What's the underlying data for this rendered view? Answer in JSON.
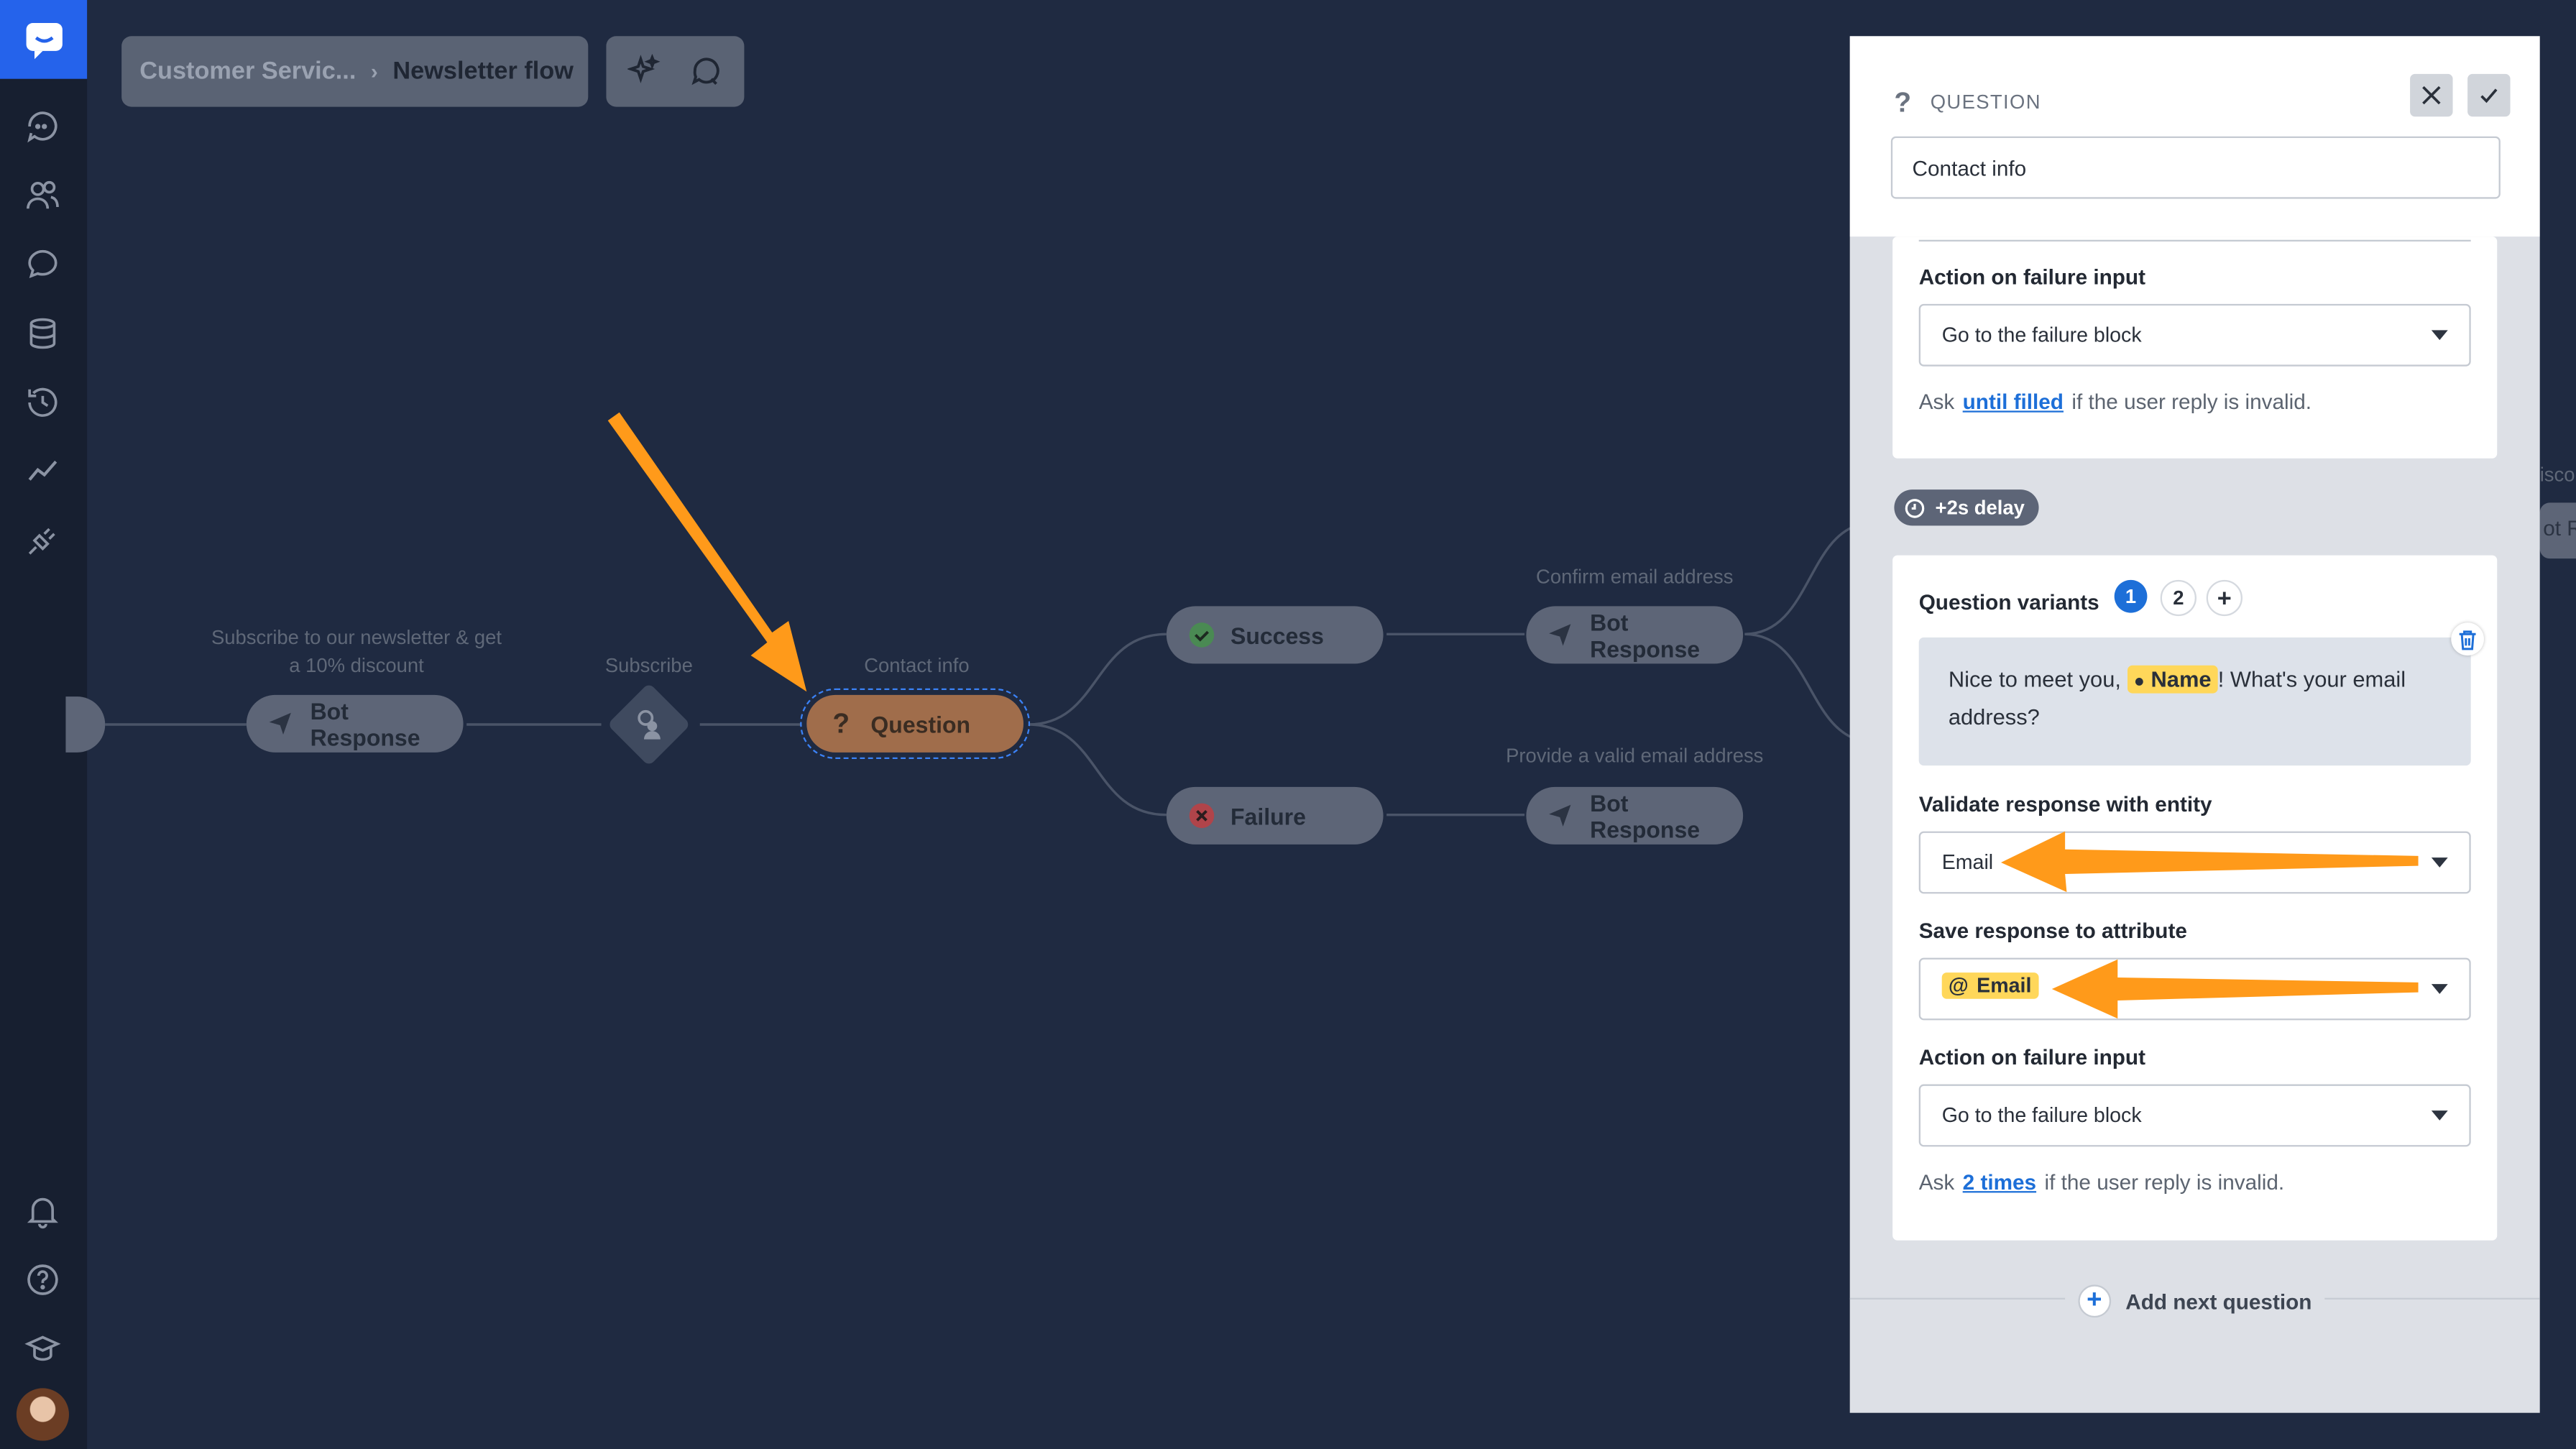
{
  "breadcrumb": {
    "parent": "Customer Servic...",
    "current": "Newsletter flow"
  },
  "toolbar": {
    "sparkle_icon": "sparkle-icon",
    "chat_icon": "chat-preview-icon"
  },
  "sidebar": {
    "icons": [
      "chats-icon",
      "customers-icon",
      "bot-icon",
      "archives-icon",
      "history-icon",
      "reports-icon",
      "integrations-icon",
      "notifications-icon",
      "help-icon",
      "academy-icon"
    ]
  },
  "flow": {
    "start_label": "Subscribe to our newsletter & get a 10% discount",
    "bot_response_1": "Bot Response",
    "subscribe_label": "Subscribe",
    "question_caption": "Contact info",
    "question_label": "Question",
    "success_label": "Success",
    "failure_label": "Failure",
    "confirm_caption": "Confirm email address",
    "bot_response_confirm": "Bot Response",
    "invalid_caption": "Provide a valid email address",
    "bot_response_invalid": "Bot Response",
    "offscreen_caption": "iscou",
    "offscreen_node": "ot R"
  },
  "panel": {
    "type_label": "QUESTION",
    "name_value": "Contact info",
    "prev_card": {
      "failure_label": "Action on failure input",
      "failure_value": "Go to the failure block",
      "hint_prefix": "Ask",
      "hint_link": "until filled",
      "hint_suffix": "if the user reply is invalid."
    },
    "delay_label": "+2s delay",
    "variants_label": "Question variants",
    "variant_1": "1",
    "variant_2": "2",
    "variant_add": "+",
    "message_prefix": "Nice to meet you,",
    "message_chip": "Name",
    "message_suffix": "! What's your email address?",
    "validate_label": "Validate response with entity",
    "validate_value": "Email",
    "save_label": "Save response to attribute",
    "save_chip_prefix": "@",
    "save_value": "Email",
    "failure_label": "Action on failure input",
    "failure_value": "Go to the failure block",
    "hint_prefix": "Ask",
    "hint_link": "2 times",
    "hint_suffix": "if the user reply is invalid.",
    "add_next": "Add next question"
  },
  "colors": {
    "canvas_bg": "#1f2a41",
    "sidebar_bg": "#171f30",
    "accent": "#2563eb",
    "annotation_arrow": "#ff9a1a",
    "chip": "#ffd75a"
  }
}
